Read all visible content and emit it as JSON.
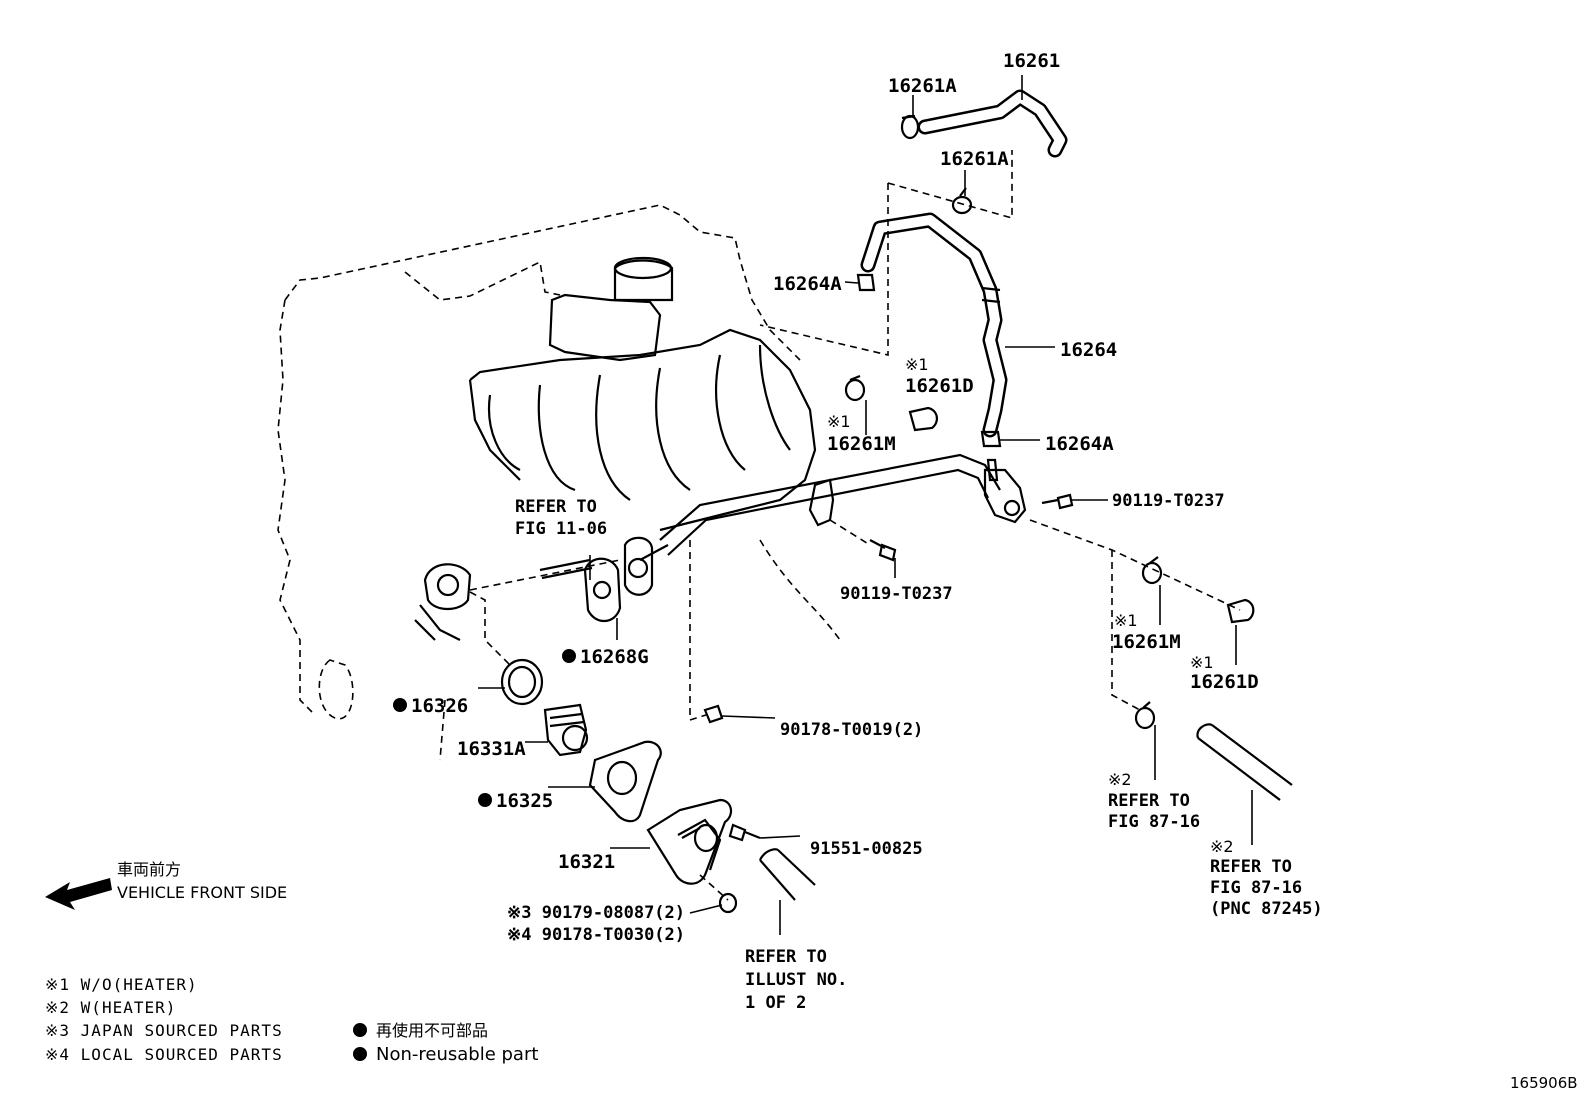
{
  "parts": {
    "p16261": "16261",
    "p16261A_top": "16261A",
    "p16261A_mid": "16261A",
    "p16264A_left": "16264A",
    "p16264": "16264",
    "p16264A_right": "16264A",
    "p16261D_upper_note": "※1",
    "p16261D_upper": "16261D",
    "p16261M_upper_note": "※1",
    "p16261M_upper": "16261M",
    "p90119_right": "90119-T0237",
    "p90119_center": "90119-T0237",
    "p16261M_lower_note": "※1",
    "p16261M_lower": "16261M",
    "p16261D_lower_note": "※1",
    "p16261D_lower": "16261D",
    "p16268G": "16268G",
    "p16326": "16326",
    "p16331A": "16331A",
    "p90178_T0019": "90178-T0019(2)",
    "p16325": "16325",
    "p16321": "16321",
    "p91551": "91551-00825",
    "p90179_line": "※3 90179-08087(2)",
    "p90178_T0030_line": "※4 90178-T0030(2)"
  },
  "refs": {
    "fig1106_l1": "REFER TO",
    "fig1106_l2": "FIG 11-06",
    "heater_note": "※2",
    "heater_l1": "REFER TO",
    "heater_l2": "FIG 87-16",
    "pnc_note": "※2",
    "pnc_l1": "REFER TO",
    "pnc_l2": "FIG 87-16",
    "pnc_l3": "(PNC 87245)",
    "illust_l1": "REFER TO",
    "illust_l2": "ILLUST NO.",
    "illust_l3": "1 OF 2"
  },
  "direction": {
    "jp": "車両前方",
    "en": "VEHICLE FRONT SIDE"
  },
  "legend": {
    "n1": "※1 W/O(HEATER)",
    "n2": "※2 W(HEATER)",
    "n3": "※3 JAPAN SOURCED PARTS",
    "n4": "※4 LOCAL SOURCED PARTS",
    "nonreuse_jp": "再使用不可部品",
    "nonreuse_en": "Non-reusable part"
  },
  "figure_id": "165906B"
}
